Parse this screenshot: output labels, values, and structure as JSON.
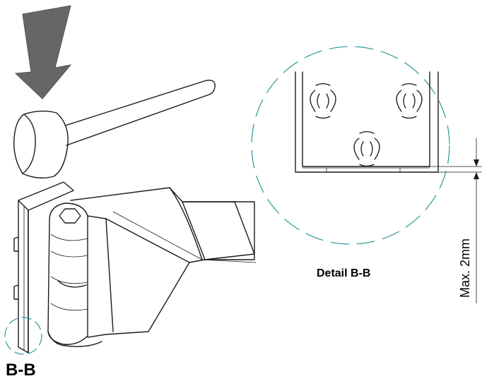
{
  "labels": {
    "section_marker": "B-B",
    "detail_title": "Detail B-B",
    "dimension": "Max. 2mm"
  },
  "colors": {
    "line": "#1a1a1a",
    "arrow_fill": "#666666",
    "detail_circle": "#2a9a96",
    "background": "#ffffff"
  },
  "icons": {
    "impact_arrow": "down-arrow-icon",
    "hammer": "mallet-icon",
    "screw_holes": "hole-icon"
  }
}
